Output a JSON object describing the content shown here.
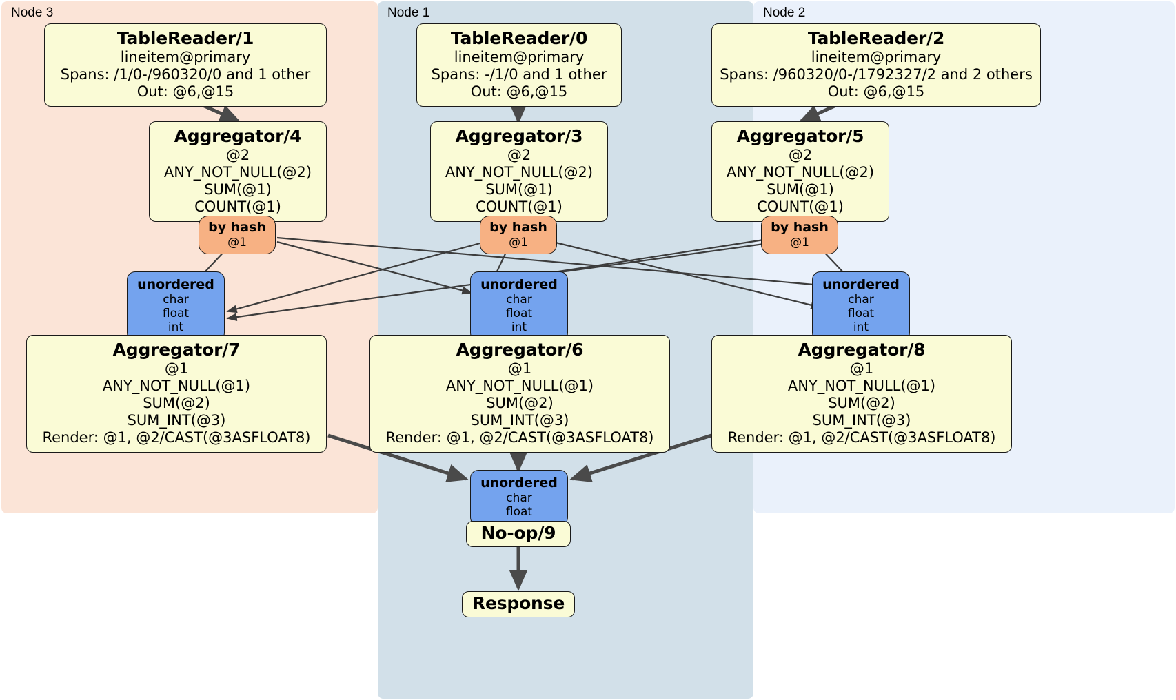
{
  "diagram": {
    "type": "distsql-physical-plan",
    "nodes_panels": [
      {
        "id": "node3",
        "label": "Node 3",
        "color": "#fbe4d7"
      },
      {
        "id": "node1",
        "label": "Node 1",
        "color": "#d2e0e9"
      },
      {
        "id": "node2",
        "label": "Node 2",
        "color": "#eaf1fb"
      }
    ]
  },
  "boxes": {
    "tablereader1": {
      "title": "TableReader/1",
      "line1": "lineitem@primary",
      "line2": "Spans: /1/0-/960320/0 and 1 other",
      "line3": "Out: @6,@15"
    },
    "tablereader0": {
      "title": "TableReader/0",
      "line1": "lineitem@primary",
      "line2": "Spans: -/1/0 and 1 other",
      "line3": "Out: @6,@15"
    },
    "tablereader2": {
      "title": "TableReader/2",
      "line1": "lineitem@primary",
      "line2": "Spans: /960320/0-/1792327/2 and 2 others",
      "line3": "Out: @6,@15"
    },
    "aggregator4": {
      "title": "Aggregator/4",
      "line1": "@2",
      "line2": "ANY_NOT_NULL(@2)",
      "line3": "SUM(@1)",
      "line4": "COUNT(@1)"
    },
    "aggregator3": {
      "title": "Aggregator/3",
      "line1": "@2",
      "line2": "ANY_NOT_NULL(@2)",
      "line3": "SUM(@1)",
      "line4": "COUNT(@1)"
    },
    "aggregator5": {
      "title": "Aggregator/5",
      "line1": "@2",
      "line2": "ANY_NOT_NULL(@2)",
      "line3": "SUM(@1)",
      "line4": "COUNT(@1)"
    },
    "aggregator7": {
      "title": "Aggregator/7",
      "line1": "@1",
      "line2": "ANY_NOT_NULL(@1)",
      "line3": "SUM(@2)",
      "line4": "SUM_INT(@3)",
      "line5": "Render: @1, @2/CAST(@3ASFLOAT8)"
    },
    "aggregator6": {
      "title": "Aggregator/6",
      "line1": "@1",
      "line2": "ANY_NOT_NULL(@1)",
      "line3": "SUM(@2)",
      "line4": "SUM_INT(@3)",
      "line5": "Render: @1, @2/CAST(@3ASFLOAT8)"
    },
    "aggregator8": {
      "title": "Aggregator/8",
      "line1": "@1",
      "line2": "ANY_NOT_NULL(@1)",
      "line3": "SUM(@2)",
      "line4": "SUM_INT(@3)",
      "line5": "Render: @1, @2/CAST(@3ASFLOAT8)"
    },
    "byhash_left": {
      "title": "by hash",
      "line1": "@1"
    },
    "byhash_center": {
      "title": "by hash",
      "line1": "@1"
    },
    "byhash_right": {
      "title": "by hash",
      "line1": "@1"
    },
    "unordered_left": {
      "title": "unordered",
      "line1": "char",
      "line2": "float",
      "line3": "int"
    },
    "unordered_center": {
      "title": "unordered",
      "line1": "char",
      "line2": "float",
      "line3": "int"
    },
    "unordered_right": {
      "title": "unordered",
      "line1": "char",
      "line2": "float",
      "line3": "int"
    },
    "unordered_final": {
      "title": "unordered",
      "line1": "char",
      "line2": "float"
    },
    "noop9": {
      "title": "No-op/9"
    },
    "response": {
      "title": "Response"
    }
  },
  "colors": {
    "processor_fill": "#fafbd6",
    "hash_router_fill": "#f7b183",
    "unordered_router_fill": "#74a3ee",
    "node3_panel": "#fbe4d7",
    "node1_panel": "#d2e0e9",
    "node2_panel": "#eaf1fb",
    "stroke": "#1a1a1a",
    "edge_thin": "#3c3c3c",
    "edge_thick": "#4a4a4a"
  }
}
